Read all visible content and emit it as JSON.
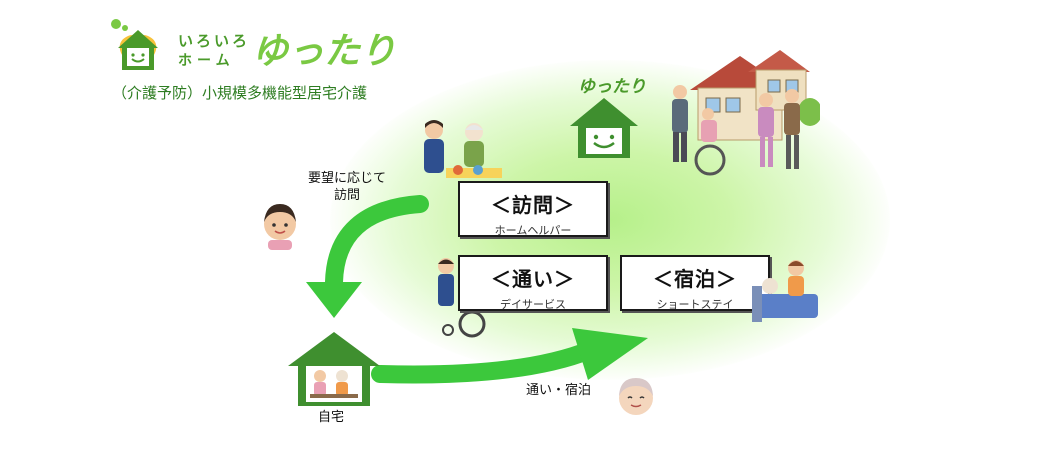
{
  "brand": {
    "kana_line1": "いろいろ",
    "kana_line2": "ホーム",
    "name": "ゆったり",
    "subtitle": "（介護予防）小規模多機能型居宅介護"
  },
  "house_logo_label": "ゆったり",
  "services": [
    {
      "title": "＜訪問＞",
      "sub": "ホームヘルパー"
    },
    {
      "title": "＜通い＞",
      "sub": "デイサービス"
    },
    {
      "title": "＜宿泊＞",
      "sub": "ショートステイ"
    }
  ],
  "labels": {
    "visit_request_1": "要望に応じて",
    "visit_request_2": "訪問",
    "home": "自宅",
    "commute_stay": "通い・宿泊"
  },
  "colors": {
    "brand_green": "#4a9a2a",
    "arrow_green": "#3cc83c",
    "house_green": "#3f8f2f"
  },
  "icons": [
    "house-smile-icon",
    "caregiver-icon",
    "elderly-icon",
    "wheelchair-icon",
    "bed-icon",
    "arrow-icon"
  ]
}
